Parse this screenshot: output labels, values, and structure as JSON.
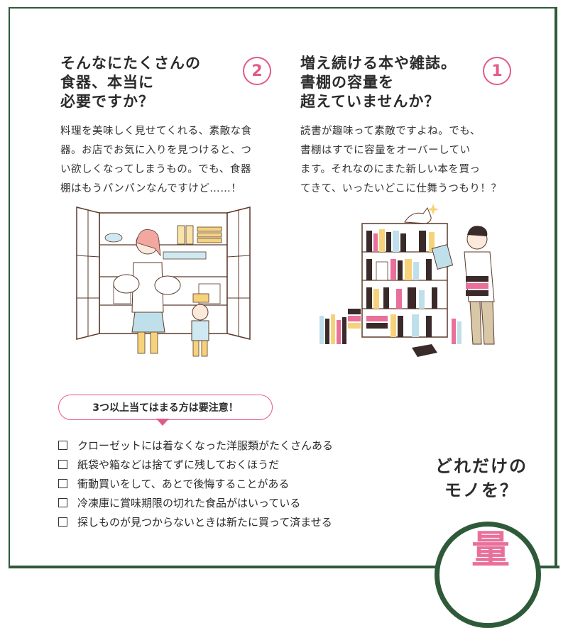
{
  "section2": {
    "number": "2",
    "heading": [
      "そんなにたくさんの",
      "食器、本当に",
      "必要ですか？"
    ],
    "body": [
      "料理を美味しく見せてくれる、素敵な食",
      "器。お店でお気に入りを見つけると、つ",
      "い欲しくなってしまうもの。でも、食器",
      "棚はもうパンパンなんですけど……！"
    ]
  },
  "section1": {
    "number": "1",
    "heading": [
      "増え続ける本や雑誌。",
      "書棚の容量を",
      "超えていませんか？"
    ],
    "body": [
      "読書が趣味って素敵ですよね。でも、",
      "書棚はすでに容量をオーバーしてい",
      "ます。それなのにまた新しい本を買っ",
      "てきて、いったいどこに仕舞うつもり！？"
    ]
  },
  "bubble": "3つ以上当てはまる方は要注意！",
  "checklist": [
    "クローゼットには着なくなった洋服類がたくさんある",
    "紙袋や箱などは捨てずに残しておくほうだ",
    "衝動買いをして、あとで後悔することがある",
    "冷凍庫に賞味期限の切れた食品がはいっている",
    "探しものが見つからないときは新たに買って済ませる"
  ],
  "big_question": [
    "どれだけの",
    "モノを？"
  ],
  "kanji": "量",
  "colors": {
    "accent_pink": "#e35a88",
    "frame_green": "#2f5a3a"
  }
}
